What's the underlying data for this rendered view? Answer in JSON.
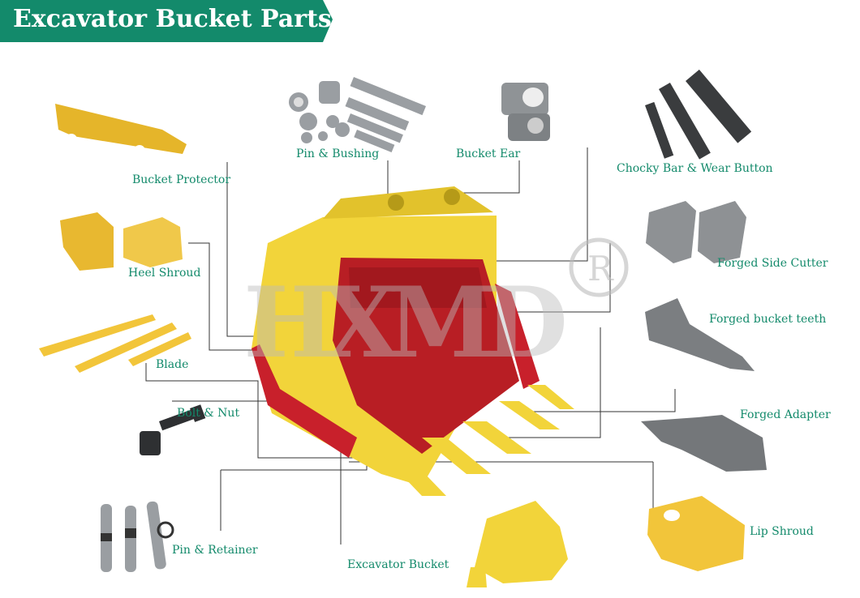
{
  "title": "Excavator Bucket Parts",
  "watermark": "HXMD",
  "watermark_mark": "R",
  "labels": {
    "bucket_protector": "Bucket Protector",
    "pin_bushing": "Pin & Bushing",
    "bucket_ear": "Bucket Ear",
    "chocky_bar": "Chocky Bar & Wear Button",
    "heel_shroud": "Heel Shroud",
    "forged_side_cutter": "Forged Side Cutter",
    "forged_bucket_teeth": "Forged bucket teeth",
    "blade": "Blade",
    "bolt_nut": "Bolt & Nut",
    "forged_adapter": "Forged Adapter",
    "lip_shroud": "Lip Shroud",
    "pin_retainer": "Pin & Retainer",
    "excavator_bucket": "Excavator Bucket"
  },
  "colors": {
    "banner": "#138a6b",
    "label": "#138a6b",
    "bucket_yellow": "#f2d43a",
    "bucket_red": "#c8202b",
    "steel": "#8a8d90",
    "connector": "#333333"
  }
}
